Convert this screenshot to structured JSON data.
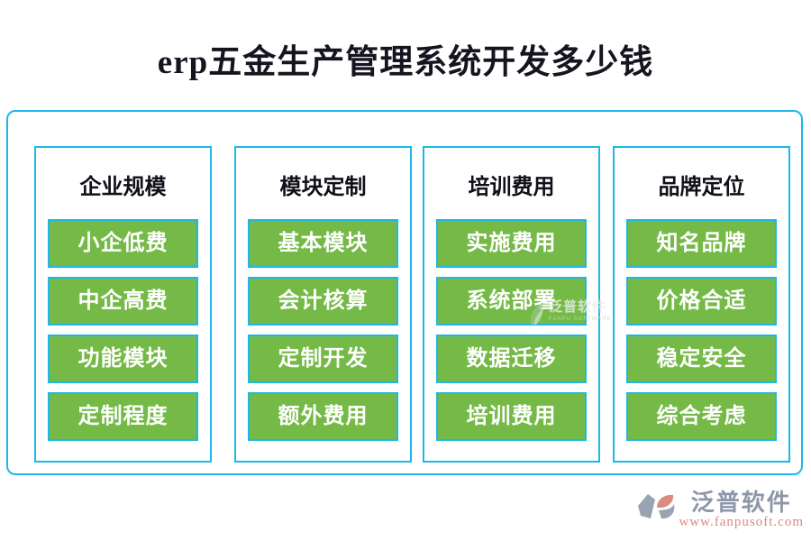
{
  "title": "erp五金生产管理系统开发多少钱",
  "colors": {
    "accent_green": "#75ba47",
    "accent_cyan": "#1db8e8",
    "title_text": "#15151f",
    "button_text": "#ffffff",
    "logo_slate": "#8e97a9",
    "logo_salmon": "#dc8a7c"
  },
  "columns": [
    {
      "header": "企业规模",
      "items": [
        "小企低费",
        "中企高费",
        "功能模块",
        "定制程度"
      ]
    },
    {
      "header": "模块定制",
      "items": [
        "基本模块",
        "会计核算",
        "定制开发",
        "额外费用"
      ]
    },
    {
      "header": "培训费用",
      "items": [
        "实施费用",
        "系统部署",
        "数据迁移",
        "培训费用"
      ]
    },
    {
      "header": "品牌定位",
      "items": [
        "知名品牌",
        "价格合适",
        "稳定安全",
        "综合考虑"
      ]
    }
  ],
  "watermark": {
    "brand": "泛普软件",
    "brand_sub": "FANPU SOFTWARE"
  },
  "footer_logo": {
    "brand": "泛普软件",
    "website": "www.fanpusoft.com"
  }
}
